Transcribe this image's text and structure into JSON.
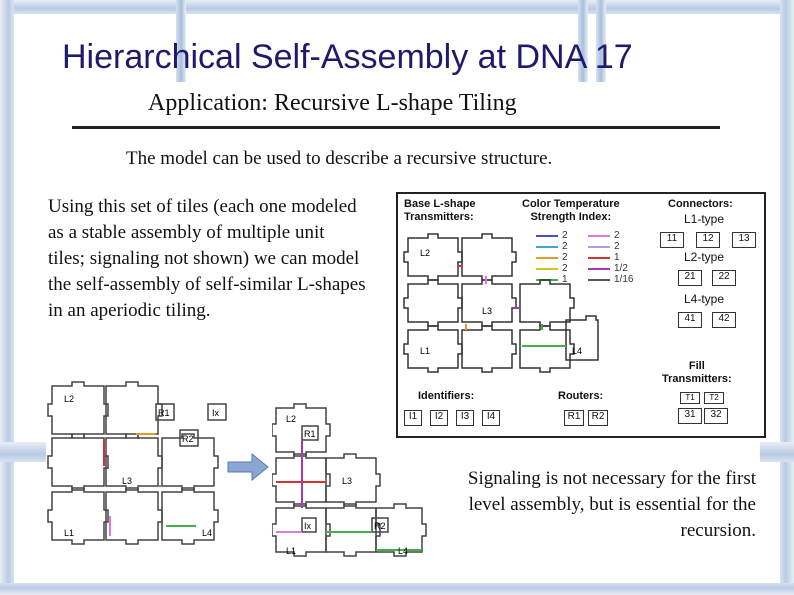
{
  "slide": {
    "title": "Hierarchical Self-Assembly at DNA 17",
    "subtitle": "Application: Recursive L-shape Tiling",
    "model_line": "The model can be used to describe a recursive structure.",
    "left_paragraph": "Using this set of tiles (each one modeled as a stable assembly of multiple unit tiles; signaling not shown) we can model the self-assembly of self-similar L-shapes in an aperiodic tiling.",
    "right_paragraph": "Signaling is not necessary for the first level assembly, but is essential for the recursion."
  },
  "panel": {
    "base_header": "Base L-shape\nTransmitters:",
    "color_header": "Color Temperature\nStrength Index:",
    "connectors_header": "Connectors:",
    "l1_type": "L1-type",
    "l2_type": "L2-type",
    "l4_type": "L4-type",
    "l1_boxes": [
      "11",
      "12",
      "13"
    ],
    "l2_boxes": [
      "21",
      "22"
    ],
    "l4_boxes": [
      "41",
      "42"
    ],
    "fill_header": "Fill\nTransmitters:",
    "fill_boxes_top": [
      "T1",
      "T2"
    ],
    "fill_boxes_bottom": [
      "31",
      "32"
    ],
    "identifiers_header": "Identifiers:",
    "identifier_boxes": [
      "I1",
      "I2",
      "I3",
      "I4"
    ],
    "routers_header": "Routers:",
    "router_boxes": [
      "R1",
      "R2"
    ],
    "shape_labels": [
      "L2",
      "L3",
      "L1",
      "L4"
    ],
    "legend": [
      {
        "color": "#4a4ad8",
        "left": "2",
        "right_color": "#e07ad8",
        "right": "2"
      },
      {
        "color": "#3fa7d8",
        "left": "2",
        "right_color": "#b79be0",
        "right": "2"
      },
      {
        "color": "#e09a2a",
        "left": "2",
        "right_color": "#d93030",
        "right": "1"
      },
      {
        "color": "#d8c21a",
        "left": "2",
        "right_color": "#a63ab0",
        "right": "1/2"
      },
      {
        "color": "#3fb04a",
        "left": "1",
        "right_color": "#555555",
        "right": "1/16"
      }
    ]
  },
  "diagram_left": {
    "labels": [
      "L2",
      "R1",
      "Ix",
      "R2",
      "L3",
      "L1",
      "L4"
    ]
  },
  "diagram_right": {
    "labels": [
      "L2",
      "R1",
      "L3",
      "Ix",
      "R2",
      "L1",
      "L4"
    ]
  },
  "colors": {
    "title": "#1f1a6b",
    "frame": "#b9cbe4",
    "arrow": "#8aa6d4"
  }
}
